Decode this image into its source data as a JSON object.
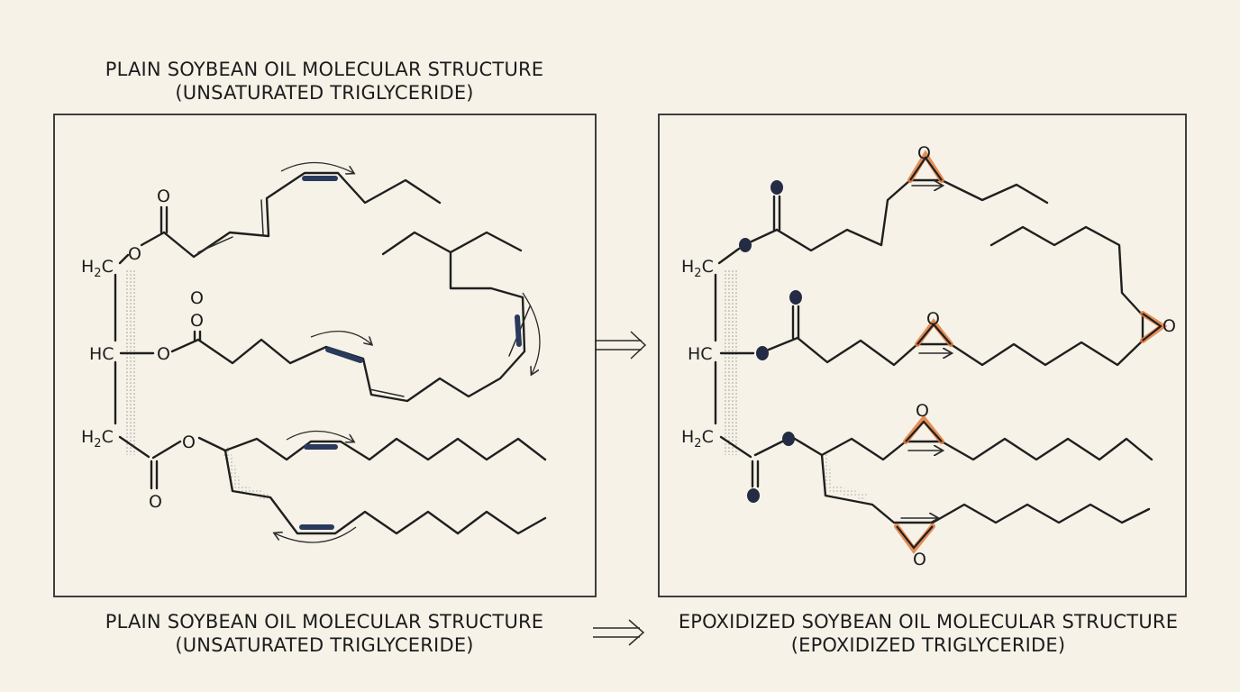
{
  "top_caption": {
    "line1": "PLAIN SOYBEAN OIL MOLECULAR STRUCTURE",
    "line2": "(UNSATURATED TRIGLYCERIDE)"
  },
  "left_caption": {
    "line1": "PLAIN SOYBEAN OIL MOLECULAR STRUCTURE",
    "line2": "(UNSATURATED TRIGLYCERIDE)"
  },
  "right_caption": {
    "line1": "EPOXIDIZED SOYBEAN OIL MOLECULAR STRUCTURE",
    "line2": "(EPOXIDIZED TRIGLYCERIDE)"
  },
  "atoms": {
    "h2c": "H",
    "h2c_sub": "2",
    "h2c_tail": "C",
    "hc": "HC",
    "oxygen": "O"
  },
  "colors": {
    "background": "#f6f2e8",
    "double_bond_highlight": "#2a3a5c",
    "epoxide_highlight": "#e07b3c",
    "ink": "#1f1f1f"
  },
  "icons": {
    "transform_arrow": "double-line-right-arrow"
  }
}
